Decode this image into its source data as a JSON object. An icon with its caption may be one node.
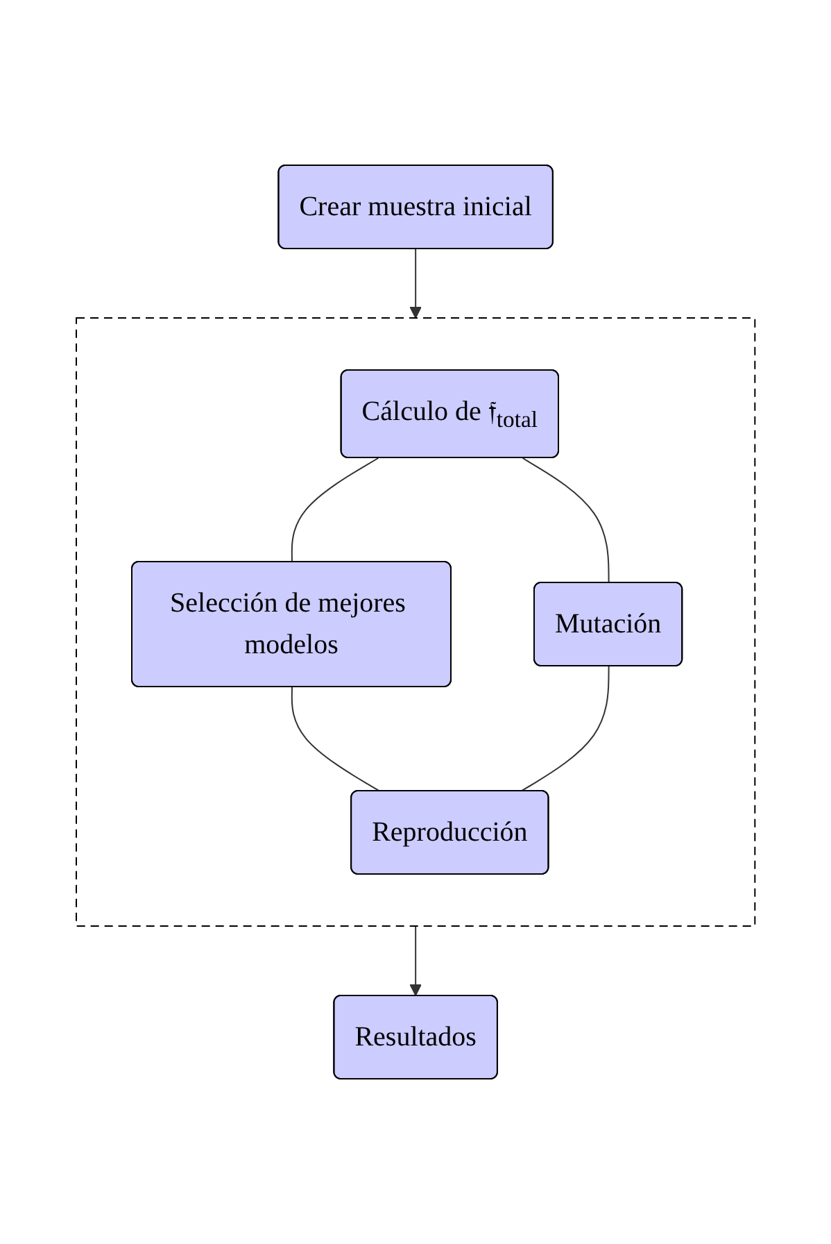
{
  "diagram": {
    "nodes": [
      {
        "text": [
          "Crear muestra inicial"
        ]
      },
      {
        "text": [],
        "shape": "box"
      },
      {
        "text": [
          "Cálculo de 𝔣$_{total}$"
        ],
        "in": 1
      },
      {
        "text": [
          "Mutación"
        ],
        "in": 1
      },
      {
        "text": [
          "Selección de mejores modelos"
        ],
        "in": 1
      },
      {
        "text": [
          "Reproducción"
        ],
        "in": 1
      },
      {
        "text": [
          "Resultados"
        ]
      }
    ],
    "edges": [
      {
        "from": 0,
        "to": 1,
        "arrow": "to"
      },
      {
        "from": 2,
        "to": 4,
        "arrow": "none"
      },
      {
        "from": 4,
        "to": 5,
        "arrow": "none"
      },
      {
        "from": 3,
        "to": 5,
        "arrow": "none"
      },
      {
        "from": 2,
        "to": 3,
        "arrow": "none"
      },
      {
        "from": 1,
        "to": 6,
        "arrow": "to"
      }
    ]
  }
}
